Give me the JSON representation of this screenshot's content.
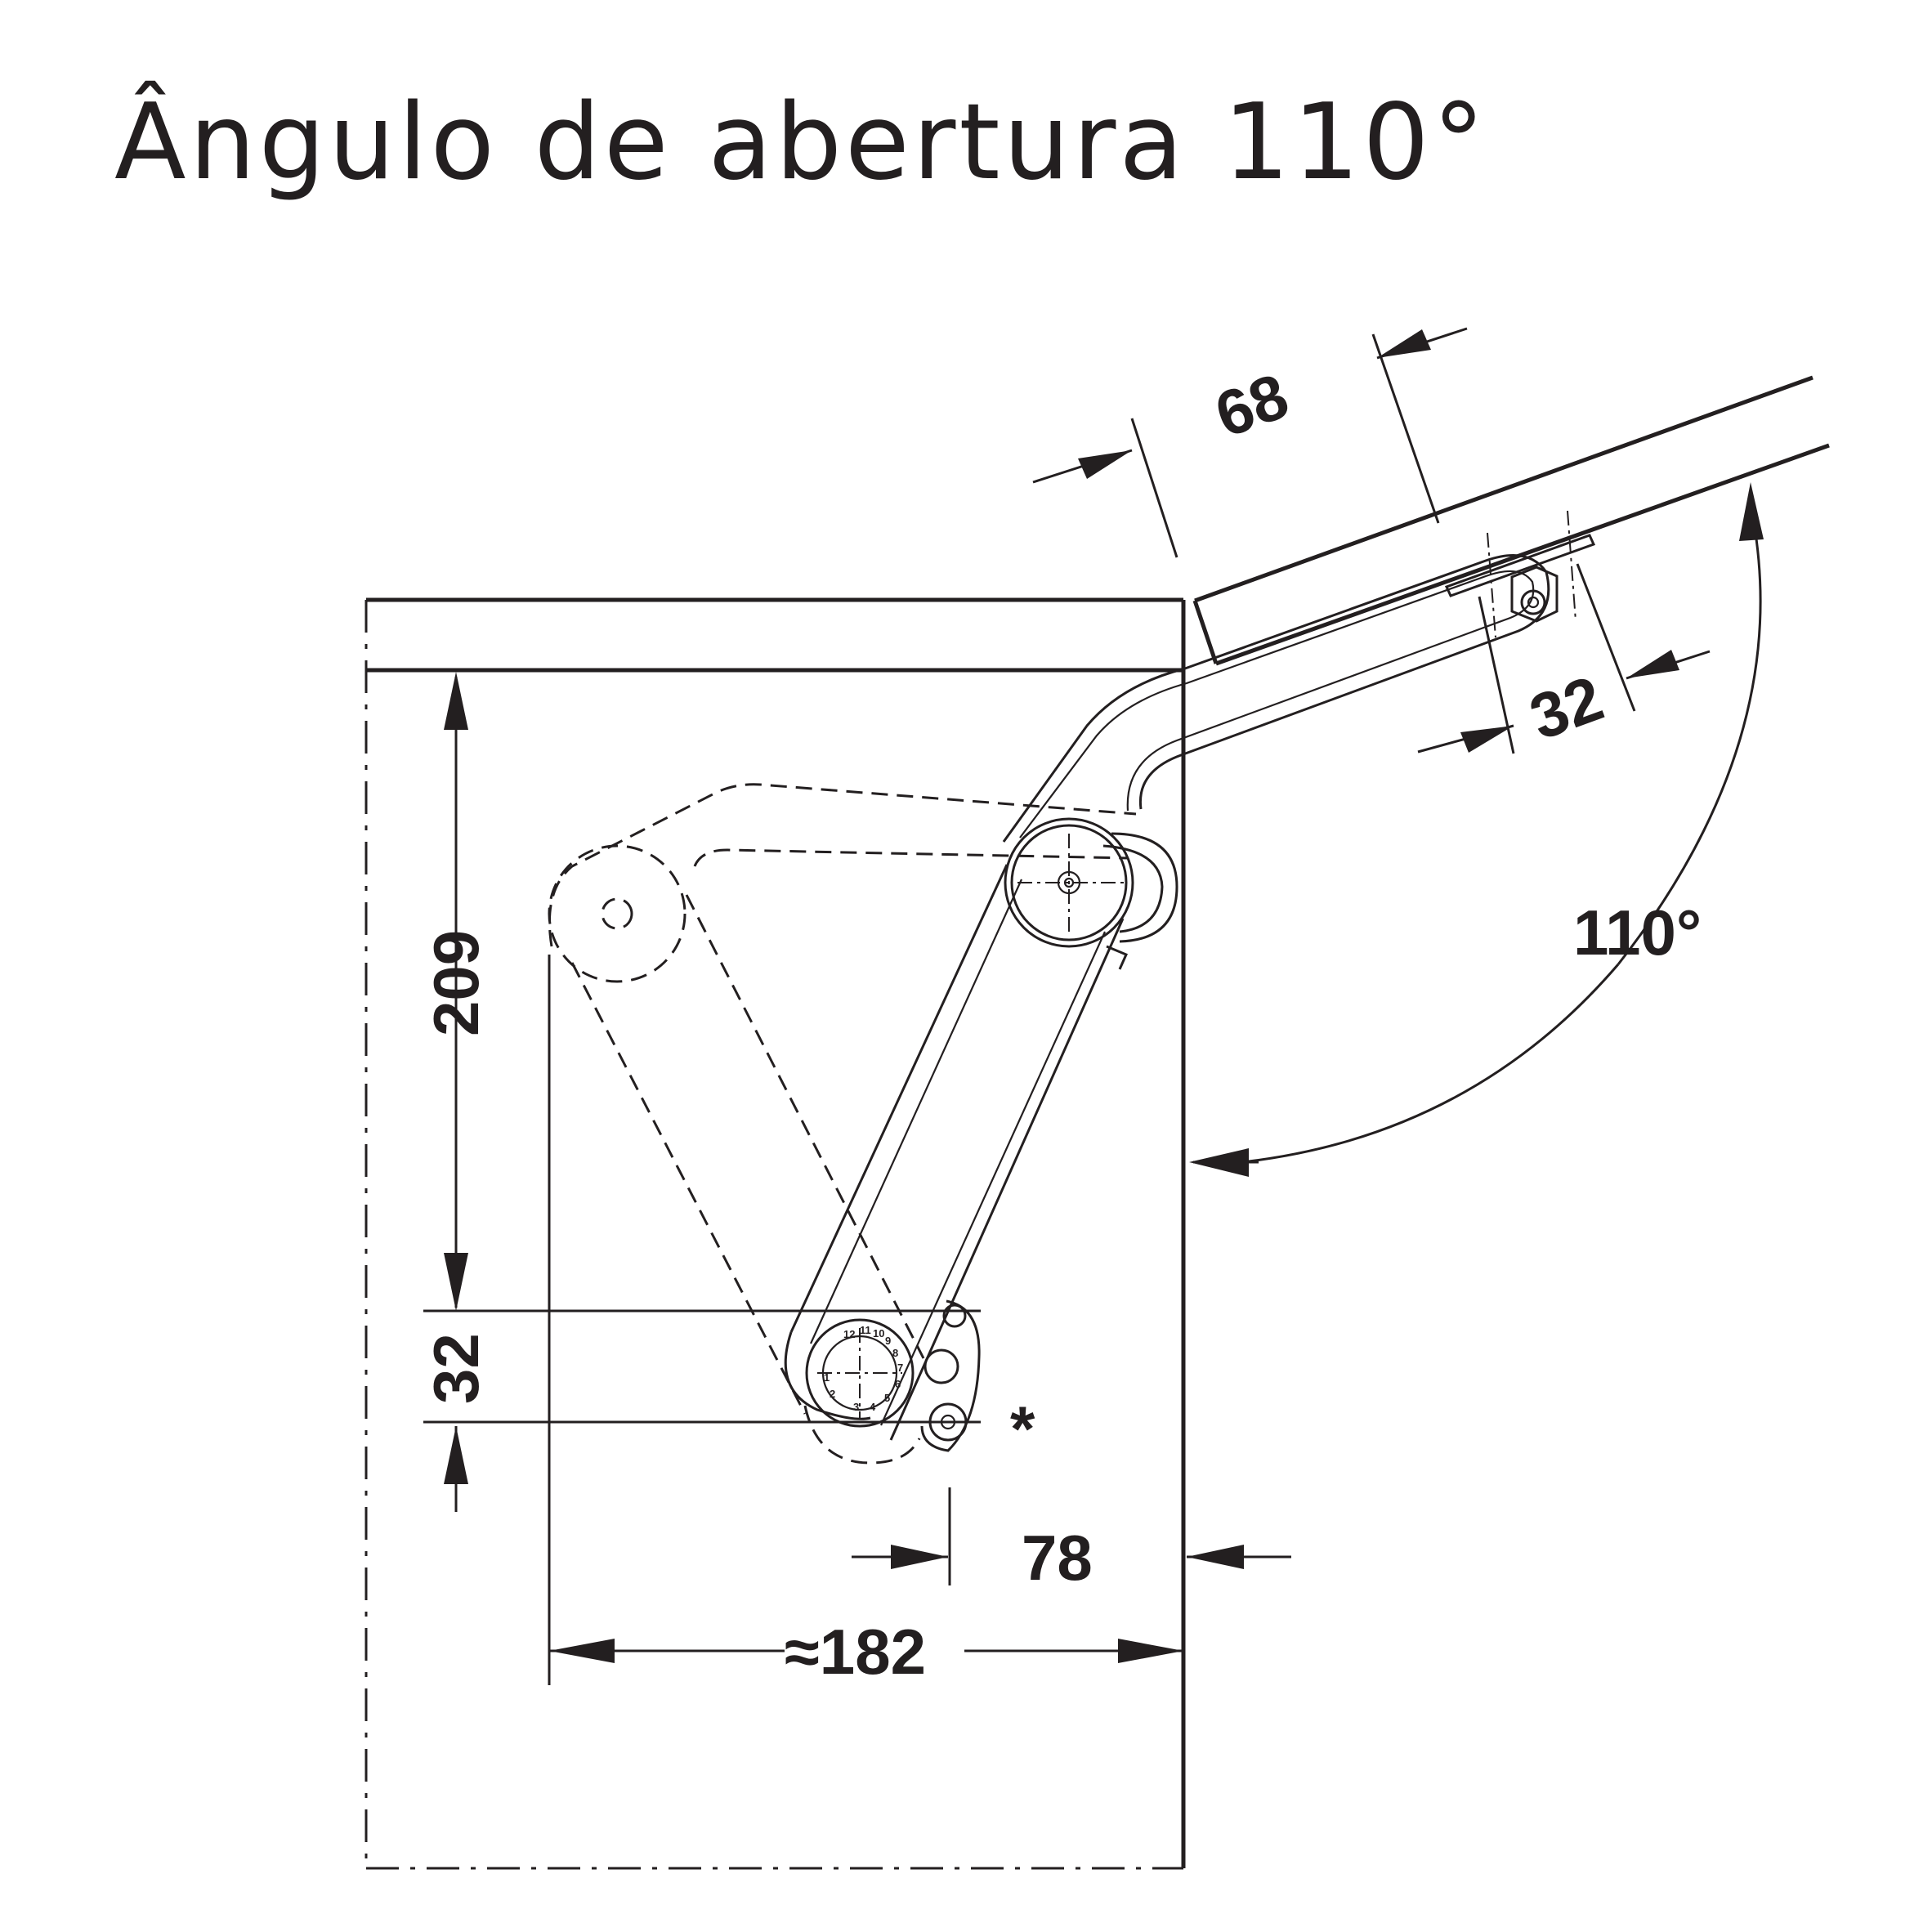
{
  "title": "Ângulo de abertura 110°",
  "dimensions": {
    "lid_hole_offset": "68",
    "lid_hole_spacing": "32",
    "opening_angle": "110°",
    "height_to_top": "209",
    "body_hole_spacing": "32",
    "side_offset": "78",
    "overall_width": "≈182"
  },
  "footnote_marker": "*",
  "scale_marks": [
    "12",
    "11",
    "10",
    "9",
    "8",
    "7",
    "6",
    "5",
    "4",
    "3",
    "2",
    "1"
  ],
  "colors": {
    "ink": "#231f20",
    "background": "#ffffff"
  }
}
